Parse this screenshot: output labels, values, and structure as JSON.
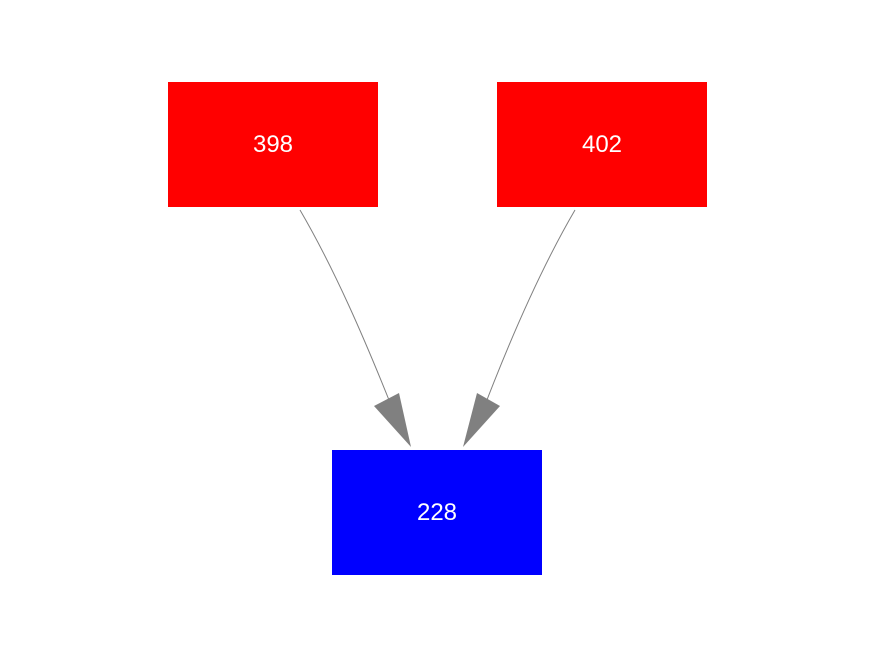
{
  "colors": {
    "source": "#ff0000",
    "target": "#0000ff",
    "edge": "#808080"
  },
  "nodes": [
    {
      "id": "n398",
      "label": "398",
      "kind": "source"
    },
    {
      "id": "n402",
      "label": "402",
      "kind": "source"
    },
    {
      "id": "n228",
      "label": "228",
      "kind": "target"
    }
  ],
  "edges": [
    {
      "from": "398",
      "to": "228"
    },
    {
      "from": "402",
      "to": "228"
    }
  ]
}
